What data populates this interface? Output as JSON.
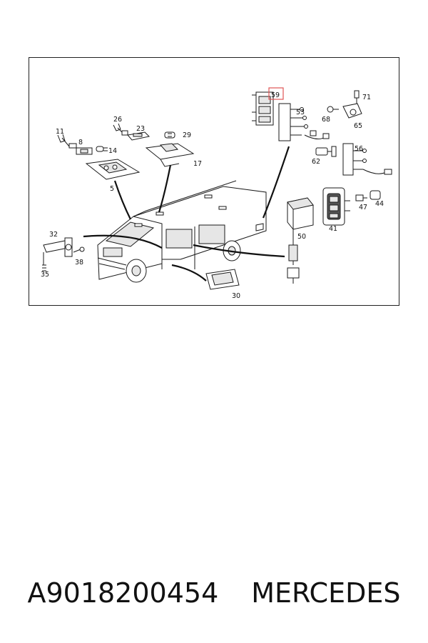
{
  "diagram": {
    "highlight_color": "#e05555",
    "highlighted_part": "59",
    "labels": {
      "p5": "5",
      "p8": "8",
      "p11": "11",
      "p14": "14",
      "p17": "17",
      "p23": "23",
      "p26": "26",
      "p29": "29",
      "p30": "30",
      "p32": "32",
      "p35": "35",
      "p38": "38",
      "p41": "41",
      "p44": "44",
      "p47": "47",
      "p50": "50",
      "p53": "53",
      "p56": "56",
      "p59": "59",
      "p62": "62",
      "p65": "65",
      "p68": "68",
      "p71": "71"
    }
  },
  "footer": {
    "part_number": "A9018200454",
    "brand": "MERCEDES"
  }
}
